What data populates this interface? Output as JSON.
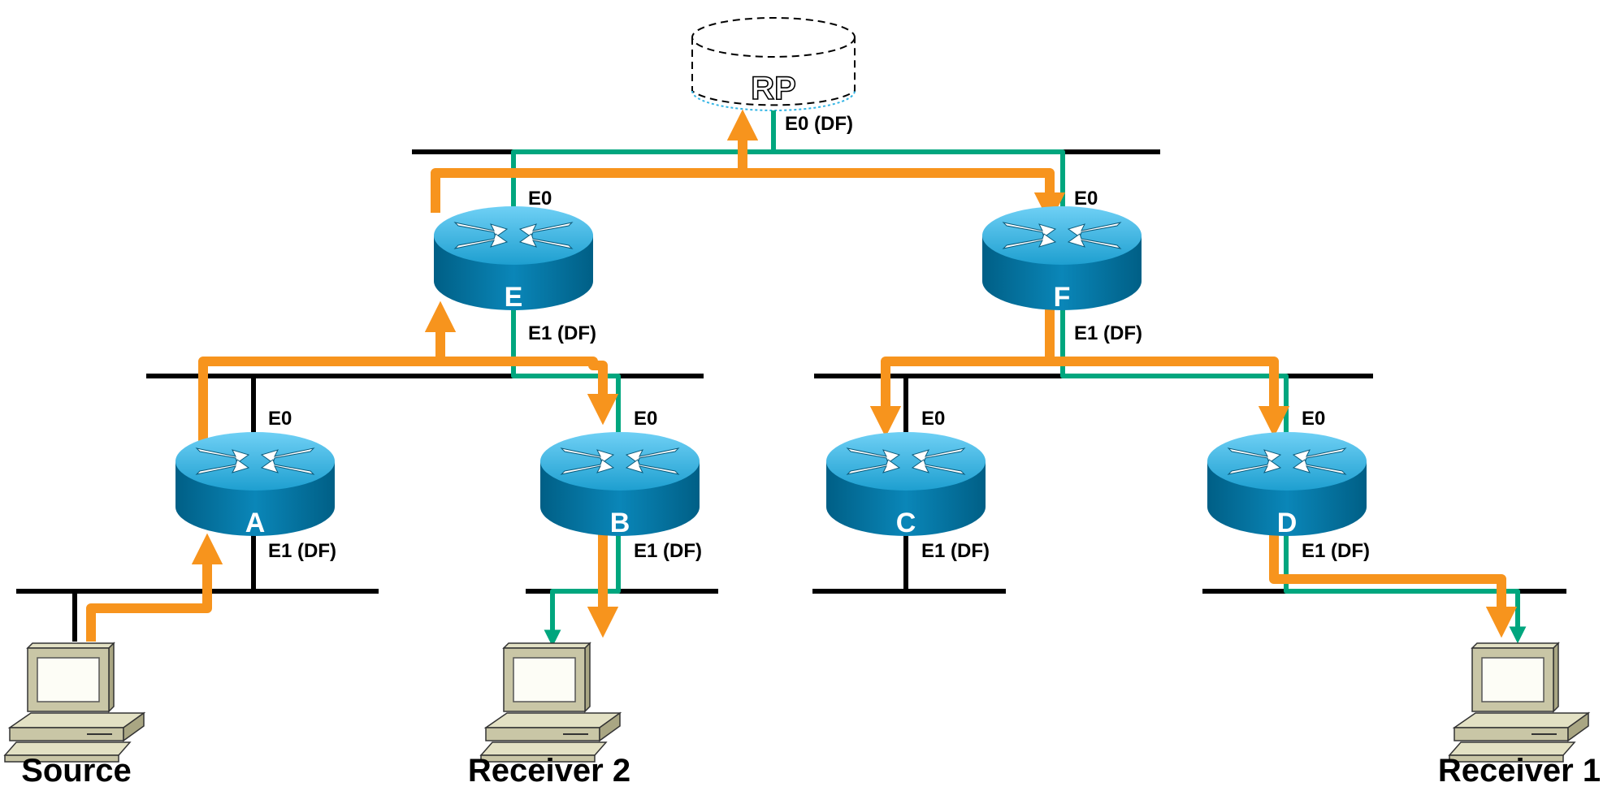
{
  "rp": {
    "label": "RP",
    "interface_label": "E0 (DF)"
  },
  "routers": [
    {
      "id": "E",
      "letter": "E",
      "upper_label": "E0",
      "lower_label": "E1 (DF)"
    },
    {
      "id": "F",
      "letter": "F",
      "upper_label": "E0",
      "lower_label": "E1 (DF)"
    },
    {
      "id": "A",
      "letter": "A",
      "upper_label": "E0",
      "lower_label": "E1 (DF)"
    },
    {
      "id": "B",
      "letter": "B",
      "upper_label": "E0",
      "lower_label": "E1 (DF)"
    },
    {
      "id": "C",
      "letter": "C",
      "upper_label": "E0",
      "lower_label": "E1 (DF)"
    },
    {
      "id": "D",
      "letter": "D",
      "upper_label": "E0",
      "lower_label": "E1 (DF)"
    }
  ],
  "hosts": [
    {
      "id": "source",
      "label": "Source"
    },
    {
      "id": "receiver2",
      "label": "Receiver 2"
    },
    {
      "id": "receiver1",
      "label": "Receiver 1"
    }
  ],
  "colors": {
    "traffic_path": "#F7941D",
    "tree_path": "#00A67E",
    "router_top": "#33B5E5",
    "router_side": "#0079A8",
    "host_body": "#C9C6A6"
  }
}
